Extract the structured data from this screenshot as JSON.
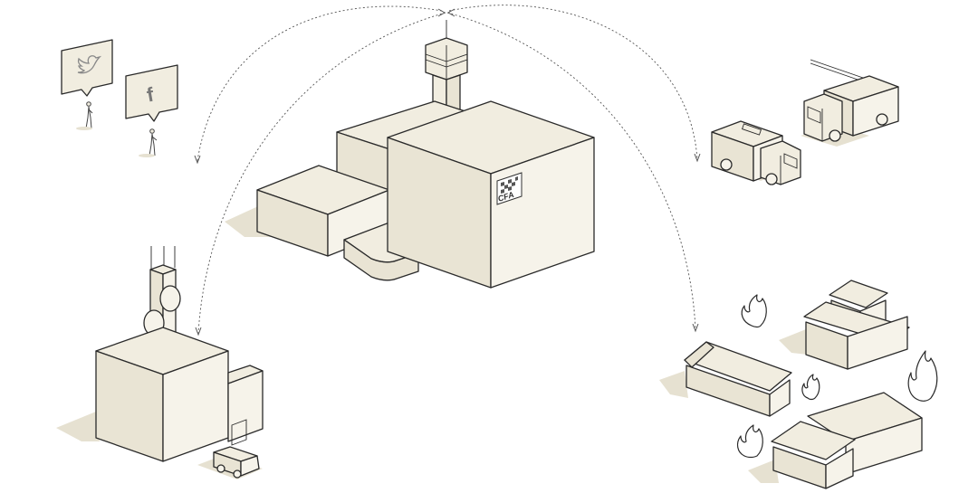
{
  "diagram": {
    "center": {
      "badge": "CFA"
    },
    "social": {
      "platforms": [
        "twitter",
        "facebook"
      ],
      "twitter_glyph": "🐦",
      "facebook_glyph": "f"
    },
    "colors": {
      "building_fill": "#f1ede0",
      "shadow": "#e6e1d1",
      "outline": "#2a2a2a",
      "connector": "#555555"
    },
    "icons": [
      "twitter-icon",
      "facebook-icon",
      "cfa-logo-icon",
      "radio-tower-icon",
      "fire-truck-icon",
      "flame-icon",
      "house-icon",
      "van-icon",
      "person-icon"
    ]
  }
}
